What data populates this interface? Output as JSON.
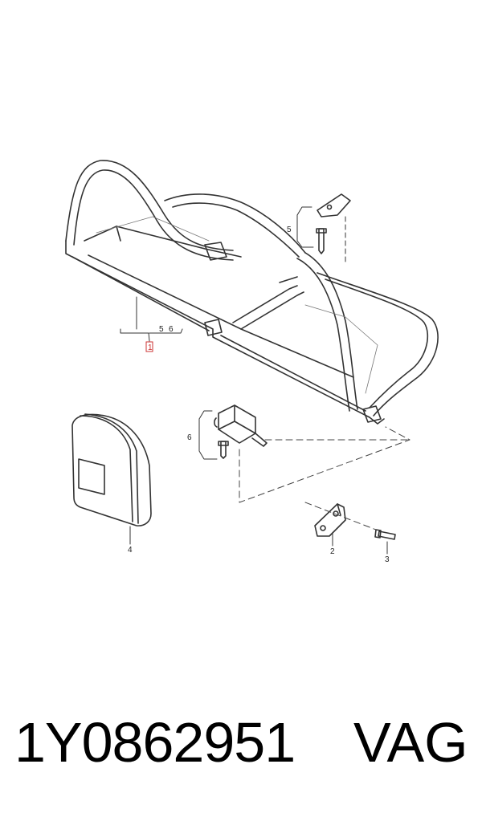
{
  "diagram": {
    "callouts": {
      "c1": "1",
      "c2": "2",
      "c3": "3",
      "c4": "4",
      "c5_main": "5",
      "c6_main": "6",
      "c5_side": "5",
      "c6_side": "6"
    },
    "highlight_color": "#cc3333"
  },
  "caption": {
    "part_number": "1Y0862951",
    "brand": "VAG"
  }
}
